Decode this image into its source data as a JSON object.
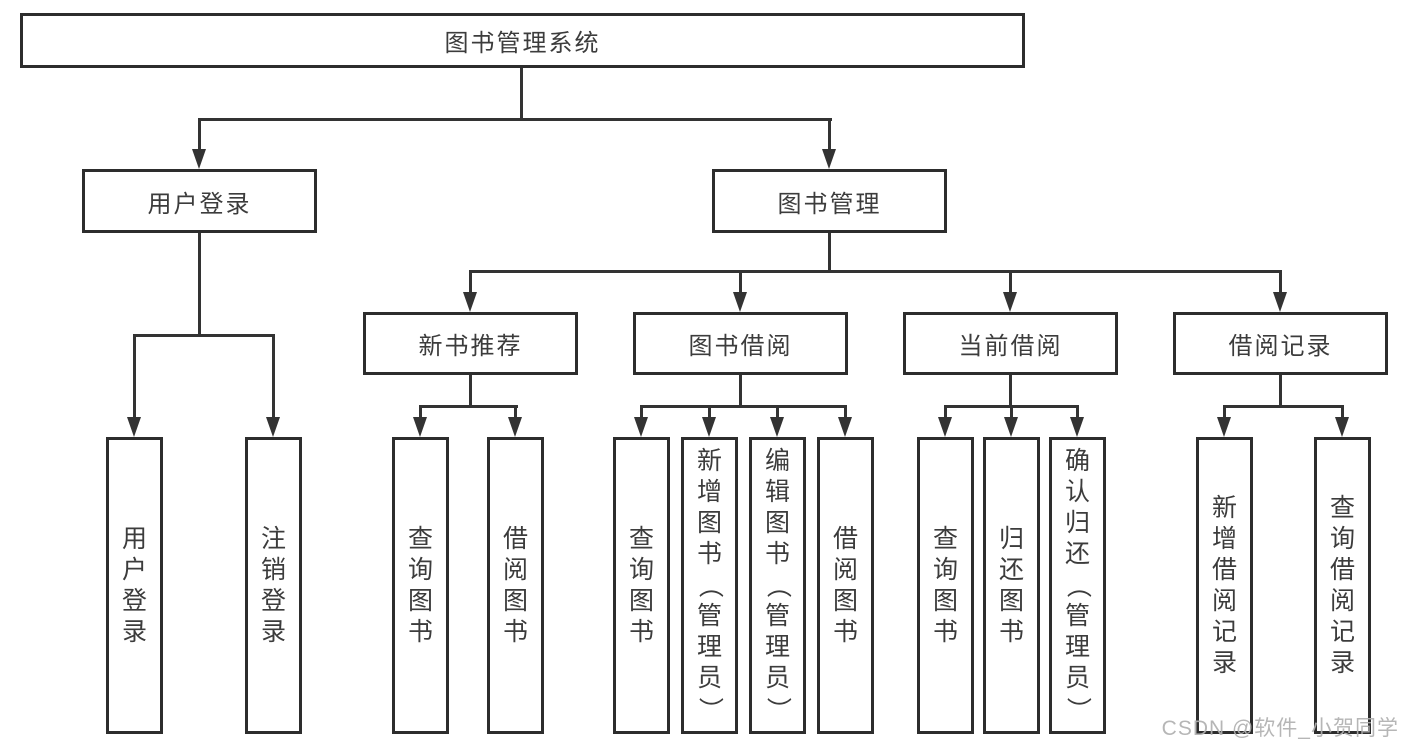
{
  "nodes": {
    "root": {
      "label": "图书管理系统"
    },
    "l2": [
      {
        "label": "用户登录"
      },
      {
        "label": "图书管理"
      }
    ],
    "l3": [
      {
        "label": "新书推荐"
      },
      {
        "label": "图书借阅"
      },
      {
        "label": "当前借阅"
      },
      {
        "label": "借阅记录"
      }
    ],
    "leaves": [
      {
        "label": "用户登录"
      },
      {
        "label": "注销登录"
      },
      {
        "label": "查询图书"
      },
      {
        "label": "借阅图书"
      },
      {
        "label": "查询图书"
      },
      {
        "label": "新增图书（管理员）"
      },
      {
        "label": "编辑图书（管理员）"
      },
      {
        "label": "借阅图书"
      },
      {
        "label": "查询图书"
      },
      {
        "label": "归还图书"
      },
      {
        "label": "确认归还（管理员）"
      },
      {
        "label": "新增借阅记录"
      },
      {
        "label": "查询借阅记录"
      }
    ]
  },
  "watermark": {
    "text": "CSDN @软件_小贺同学"
  },
  "colors": {
    "line": "#333333",
    "box_border": "#2d2d2d",
    "text": "#3c3c3c",
    "watermark": "#b0b0b0",
    "background": "#ffffff"
  }
}
